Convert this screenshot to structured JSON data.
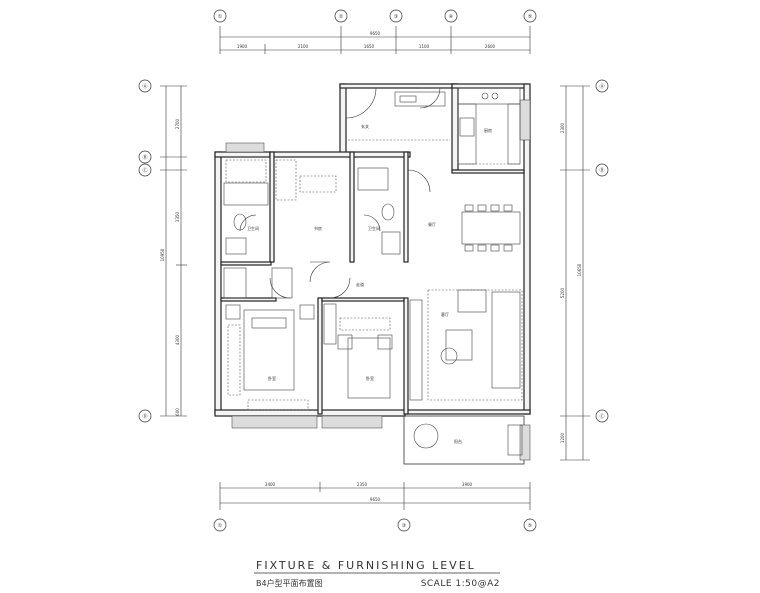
{
  "drawing": {
    "title": "FIXTURE & FURNISHING LEVEL",
    "subtitle": "B4户型平面布置图",
    "scale": "SCALE 1:50@A2"
  },
  "grid_labels": {
    "top": [
      "①",
      "②",
      "③",
      "④",
      "⑤"
    ],
    "left": [
      "Ⓐ",
      "Ⓑ",
      "Ⓒ",
      "Ⓓ"
    ],
    "right": [
      "Ⓐ",
      "Ⓑ",
      "Ⓒ"
    ],
    "bottom": [
      "①",
      "③",
      "⑤"
    ]
  },
  "dimensions": {
    "top_total": "9650",
    "top_segments": [
      "1900",
      "2100",
      "1650",
      "1100",
      "2600"
    ],
    "bottom_total": "9650",
    "bottom_segments": [
      "3400",
      "2350",
      "3900"
    ],
    "left_total": "10950",
    "left_segments": [
      "2700",
      "3350",
      "4300",
      "600"
    ],
    "right_total": "10650",
    "right_segments": [
      "2300",
      "5200",
      "1200"
    ]
  },
  "rooms": {
    "entry": "玄关",
    "kitchen": "厨房",
    "dining": "餐厅",
    "bath1": "卫生间",
    "study": "书房",
    "bath2": "卫生间",
    "hall": "走道",
    "living": "客厅",
    "bedroom1": "卧室",
    "bedroom2": "卧室",
    "balcony": "阳台"
  }
}
